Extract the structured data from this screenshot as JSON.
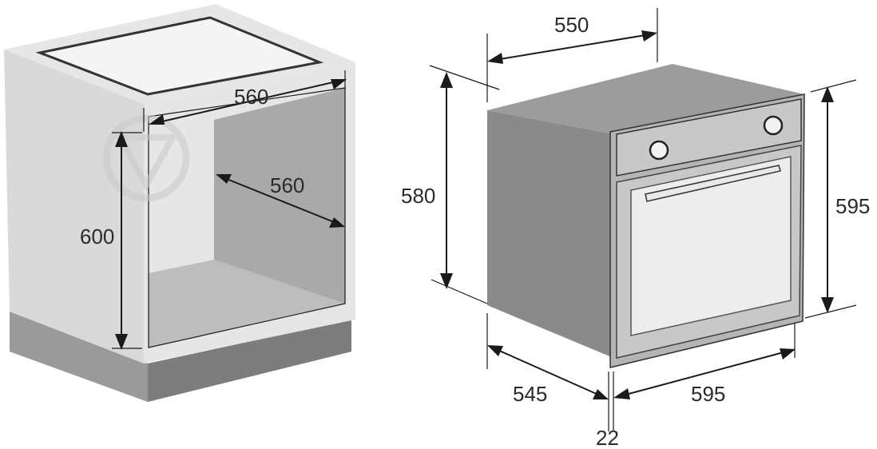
{
  "colors": {
    "cabinet_front": "#e6e6e6",
    "cabinet_side": "#d9d9d9",
    "cabinet_base": "#9a9a9a",
    "cabinet_base_dark": "#7d7d7d",
    "cavity_back": "#a9a9a9",
    "cavity_floor": "#bdbdbd",
    "cooktop": "#f4f4f4",
    "oven_side": "#8a8a8a",
    "oven_top": "#9c9c9c",
    "oven_front": "#b5b5b5",
    "oven_panel": "#c8c8c8",
    "oven_window": "#ededed",
    "watermark": "#c9c9c9"
  },
  "cabinet": {
    "width_label": "560",
    "depth_label": "560",
    "height_label": "600"
  },
  "oven": {
    "top_depth_label": "550",
    "body_height_label": "580",
    "front_height_label": "595",
    "side_depth_label": "545",
    "front_width_label": "595",
    "panel_thickness_label": "22"
  },
  "icons": {
    "watermark": "logo-watermark-icon",
    "knob": "knob-icon"
  }
}
